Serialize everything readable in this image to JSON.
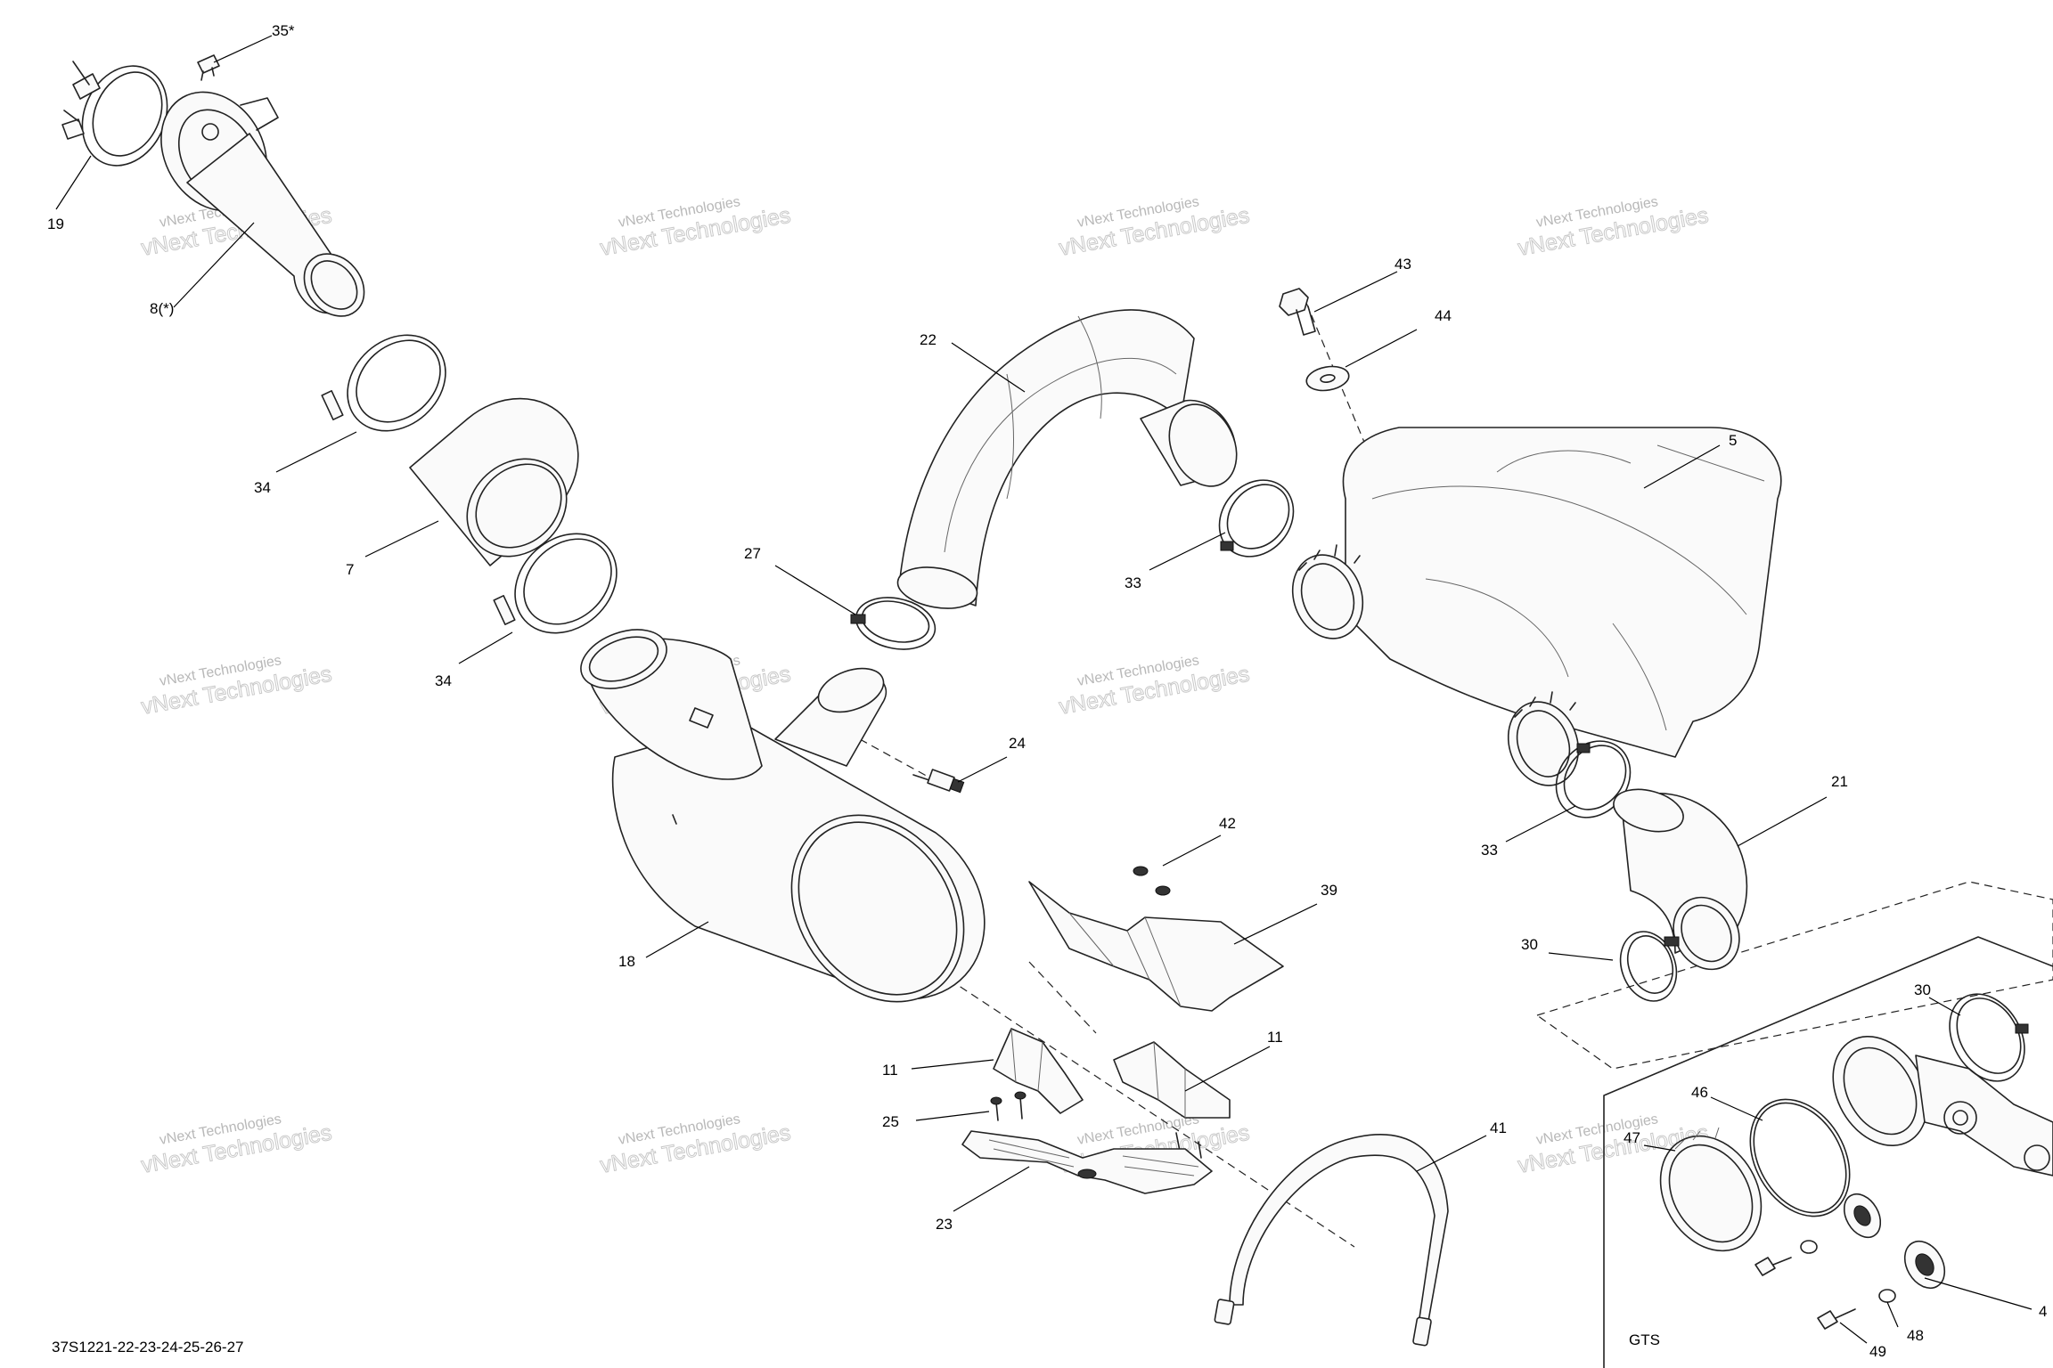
{
  "figure_code": "37S1221-22-23-24-25-26-27",
  "inset_label": "GTS",
  "watermark": {
    "line1": "vNext Technologies",
    "line2": "vNext Technologies"
  },
  "callouts": {
    "c35": "35*",
    "c19": "19",
    "c8": "8(*)",
    "c34a": "34",
    "c7": "7",
    "c34b": "34",
    "c22": "22",
    "c27": "27",
    "c43": "43",
    "c44": "44",
    "c5": "5",
    "c33a": "33",
    "c24": "24",
    "c33b": "33",
    "c21": "21",
    "c42": "42",
    "c39": "39",
    "c18": "18",
    "c30a": "30",
    "c30b": "30",
    "c11a": "11",
    "c11b": "11",
    "c25": "25",
    "c41": "41",
    "c23": "23",
    "c46": "46",
    "c47": "47",
    "c48": "48",
    "c49": "49",
    "c4": "4"
  }
}
